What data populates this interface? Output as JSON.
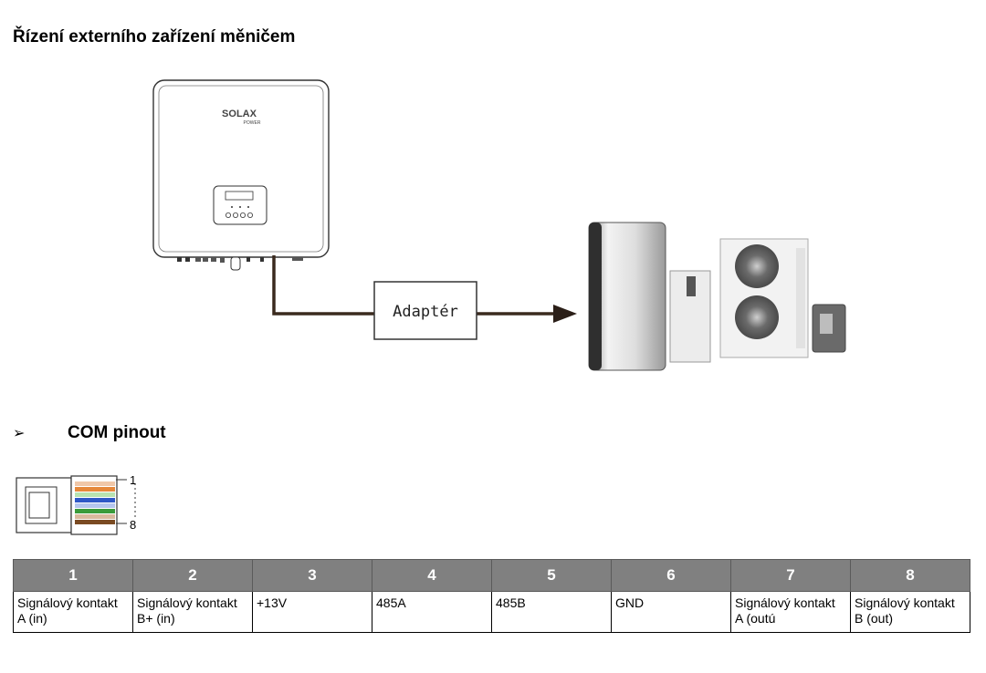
{
  "title": "Řízení externího zařízení měničem",
  "diagram": {
    "adapter_label": "Adaptér",
    "inverter_brand": "SOLAX",
    "inverter_brand_sub": "POWER"
  },
  "section": {
    "bullet": "➢",
    "title": "COM pinout"
  },
  "connector": {
    "pin_first": "1",
    "pin_last": "8"
  },
  "pinout": {
    "headers": [
      "1",
      "2",
      "3",
      "4",
      "5",
      "6",
      "7",
      "8"
    ],
    "cells": [
      "Signálový kontakt A (in)",
      "Signálový kontakt B+ (in)",
      "+13V",
      "485A",
      "485B",
      "GND",
      "Signálový kontakt A (outú",
      "Signálový kontakt B (out)"
    ]
  }
}
